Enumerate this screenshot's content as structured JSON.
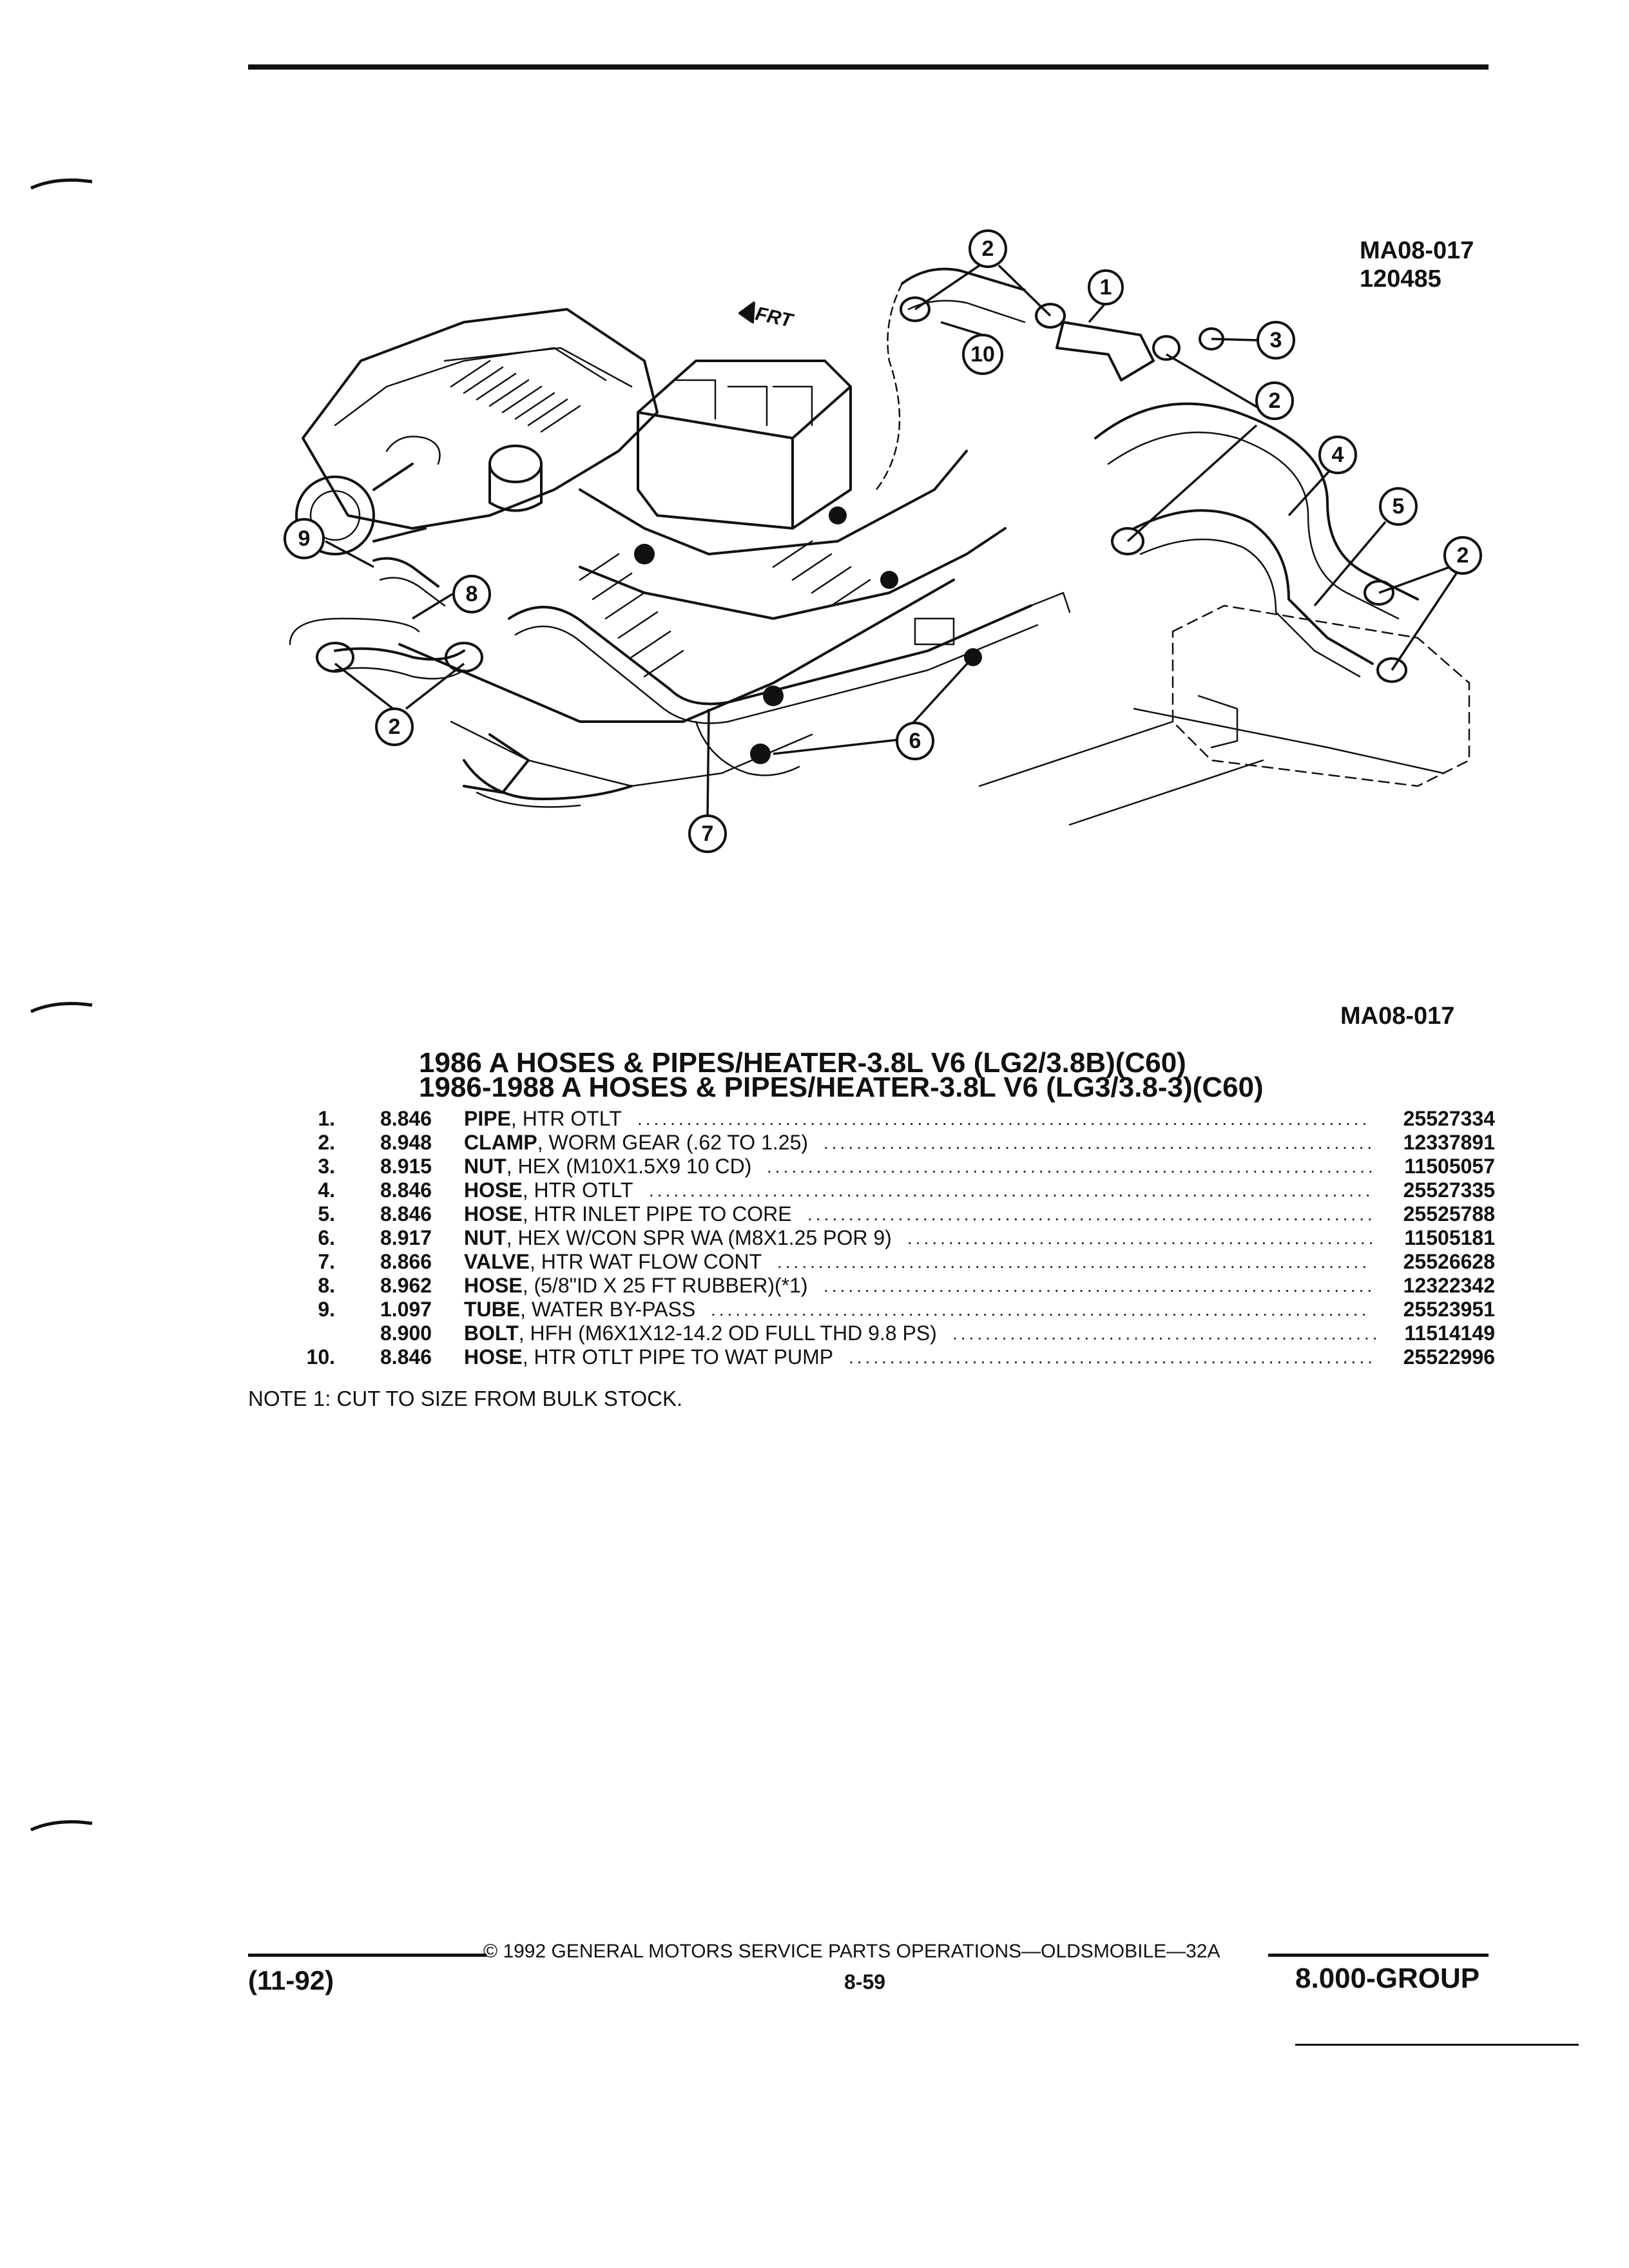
{
  "header": {
    "figure_code": "MA08-017",
    "figure_date": "120485",
    "figure_caption": "MA08-017",
    "front_marker": "FRT"
  },
  "callouts": [
    "1",
    "2",
    "3",
    "4",
    "5",
    "6",
    "7",
    "8",
    "9",
    "10"
  ],
  "titles": [
    "1986 A HOSES & PIPES/HEATER-3.8L V6 (LG2/3.8B)(C60)",
    "1986-1988 A HOSES & PIPES/HEATER-3.8L V6 (LG3/3.8-3)(C60)"
  ],
  "parts": [
    {
      "idx": "1.",
      "code": "8.846",
      "name": "PIPE",
      "desc": ", HTR OTLT",
      "pn": "25527334"
    },
    {
      "idx": "2.",
      "code": "8.948",
      "name": "CLAMP",
      "desc": ", WORM GEAR (.62 TO 1.25)",
      "pn": "12337891"
    },
    {
      "idx": "3.",
      "code": "8.915",
      "name": "NUT",
      "desc": ", HEX (M10X1.5X9 10 CD)",
      "pn": "11505057"
    },
    {
      "idx": "4.",
      "code": "8.846",
      "name": "HOSE",
      "desc": ", HTR OTLT",
      "pn": "25527335"
    },
    {
      "idx": "5.",
      "code": "8.846",
      "name": "HOSE",
      "desc": ", HTR INLET PIPE TO CORE",
      "pn": "25525788"
    },
    {
      "idx": "6.",
      "code": "8.917",
      "name": "NUT",
      "desc": ", HEX W/CON SPR WA (M8X1.25 POR 9)",
      "pn": "11505181"
    },
    {
      "idx": "7.",
      "code": "8.866",
      "name": "VALVE",
      "desc": ", HTR WAT FLOW CONT",
      "pn": "25526628"
    },
    {
      "idx": "8.",
      "code": "8.962",
      "name": "HOSE",
      "desc": ", (5/8\"ID X 25 FT RUBBER)(*1)",
      "pn": "12322342"
    },
    {
      "idx": "9.",
      "code": "1.097",
      "name": "TUBE",
      "desc": ", WATER BY-PASS",
      "pn": "25523951"
    },
    {
      "idx": "",
      "code": "8.900",
      "name": "BOLT",
      "desc": ", HFH (M6X1X12-14.2 OD FULL THD 9.8 PS)",
      "pn": "11514149"
    },
    {
      "idx": "10.",
      "code": "8.846",
      "name": "HOSE",
      "desc": ", HTR OTLT PIPE TO WAT PUMP",
      "pn": "25522996"
    }
  ],
  "note": "NOTE  1:  CUT TO SIZE FROM BULK STOCK.",
  "footer": {
    "copyright": "©  1992  GENERAL MOTORS SERVICE PARTS OPERATIONS—OLDSMOBILE—32A",
    "date_code": "(11-92)",
    "page": "8-59",
    "group": "8.000-GROUP"
  }
}
